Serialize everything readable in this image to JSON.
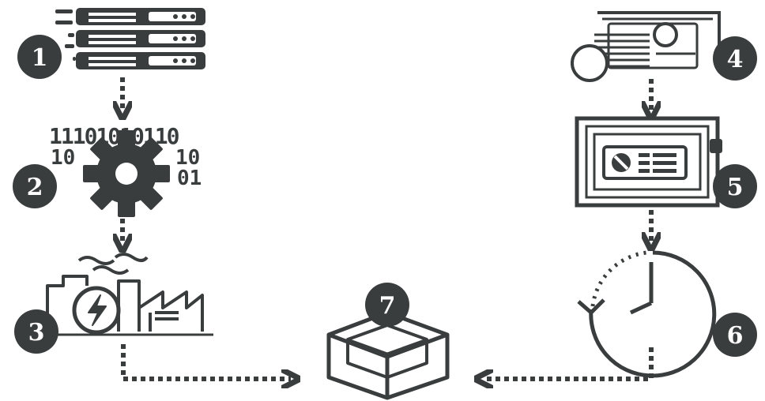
{
  "colors": {
    "ink": "#3a3d3d",
    "background": "#ffffff",
    "badge_text": "#ffffff"
  },
  "steps": [
    {
      "number": "1",
      "icon": "server-stack-icon"
    },
    {
      "number": "2",
      "icon": "binary-gear-icon"
    },
    {
      "number": "3",
      "icon": "power-plant-icon"
    },
    {
      "number": "4",
      "icon": "cash-and-coin-icon"
    },
    {
      "number": "5",
      "icon": "safe-vault-icon"
    },
    {
      "number": "6",
      "icon": "clock-cycle-icon"
    },
    {
      "number": "7",
      "icon": "open-box-icon"
    }
  ],
  "binary": {
    "row1": "11101010110",
    "row2_left": "10",
    "row2_right": "10",
    "row3_right": "01"
  }
}
